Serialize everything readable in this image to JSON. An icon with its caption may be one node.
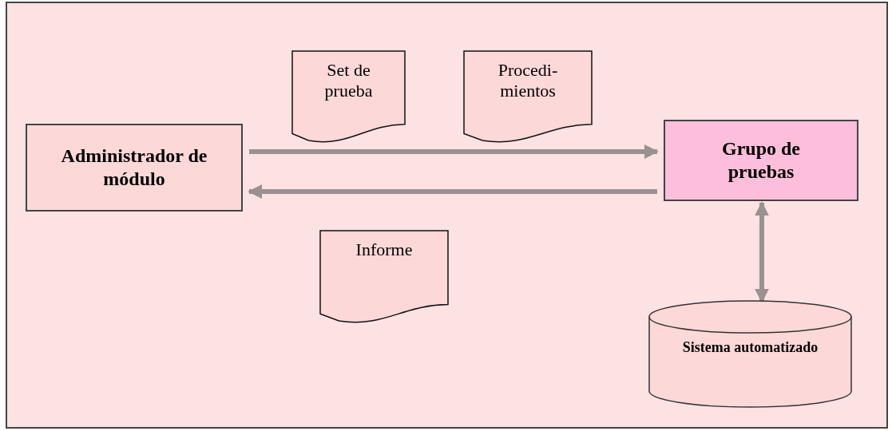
{
  "diagram": {
    "nodes": [
      {
        "text": [
          "Administrador de módulo"
        ]
      },
      {
        "text": [
          "Set de prueba"
        ]
      },
      {
        "text": [
          "Procedi- mientos"
        ]
      },
      {
        "text": [
          "Grupo de pruebas"
        ]
      },
      {
        "text": [
          "Informe"
        ]
      },
      {
        "text": [
          "Sistema automatizado"
        ]
      }
    ],
    "edges": [
      {
        "from": 0,
        "to": 3,
        "arrow": "to"
      },
      {
        "from": 3,
        "to": 0,
        "arrow": "to"
      },
      {
        "from": 3,
        "to": 5,
        "arrow": "both"
      }
    ]
  }
}
